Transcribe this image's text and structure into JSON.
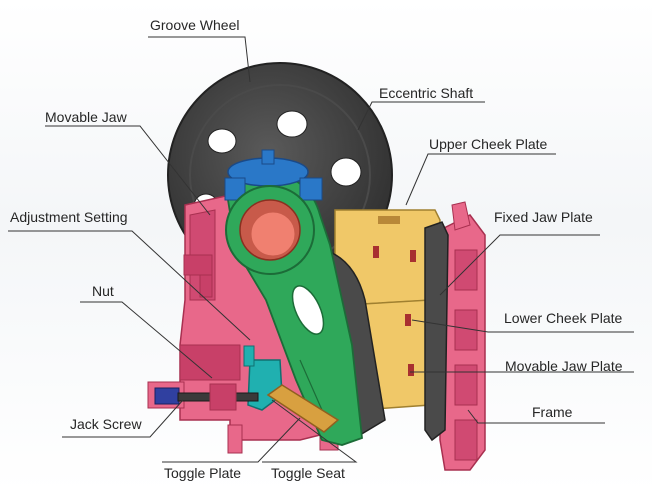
{
  "labels": {
    "groove_wheel": "Groove Wheel",
    "eccentric_shaft": "Eccentric Shaft",
    "movable_jaw": "Movable Jaw",
    "upper_cheek_plate": "Upper Cheek Plate",
    "adjustment_setting": "Adjustment Setting",
    "fixed_jaw_plate": "Fixed Jaw Plate",
    "nut": "Nut",
    "lower_cheek_plate": "Lower Cheek Plate",
    "movable_jaw_plate": "Movable Jaw Plate",
    "frame": "Frame",
    "jack_screw": "Jack Screw",
    "toggle_plate": "Toggle Plate",
    "toggle_seat": "Toggle Seat"
  },
  "colors": {
    "frame": "#e8688a",
    "frame_dark": "#c84068",
    "movable_jaw": "#2fa85a",
    "cheek_plate": "#f0c868",
    "jaw_plate": "#4a4a4a",
    "wheel": "#3a3a3a",
    "shaft": "#f08070",
    "bearing": "#2a78c8",
    "toggle_seat": "#20b0b0",
    "toggle_plate": "#d8a040",
    "jack_screw": "#3040a0"
  }
}
